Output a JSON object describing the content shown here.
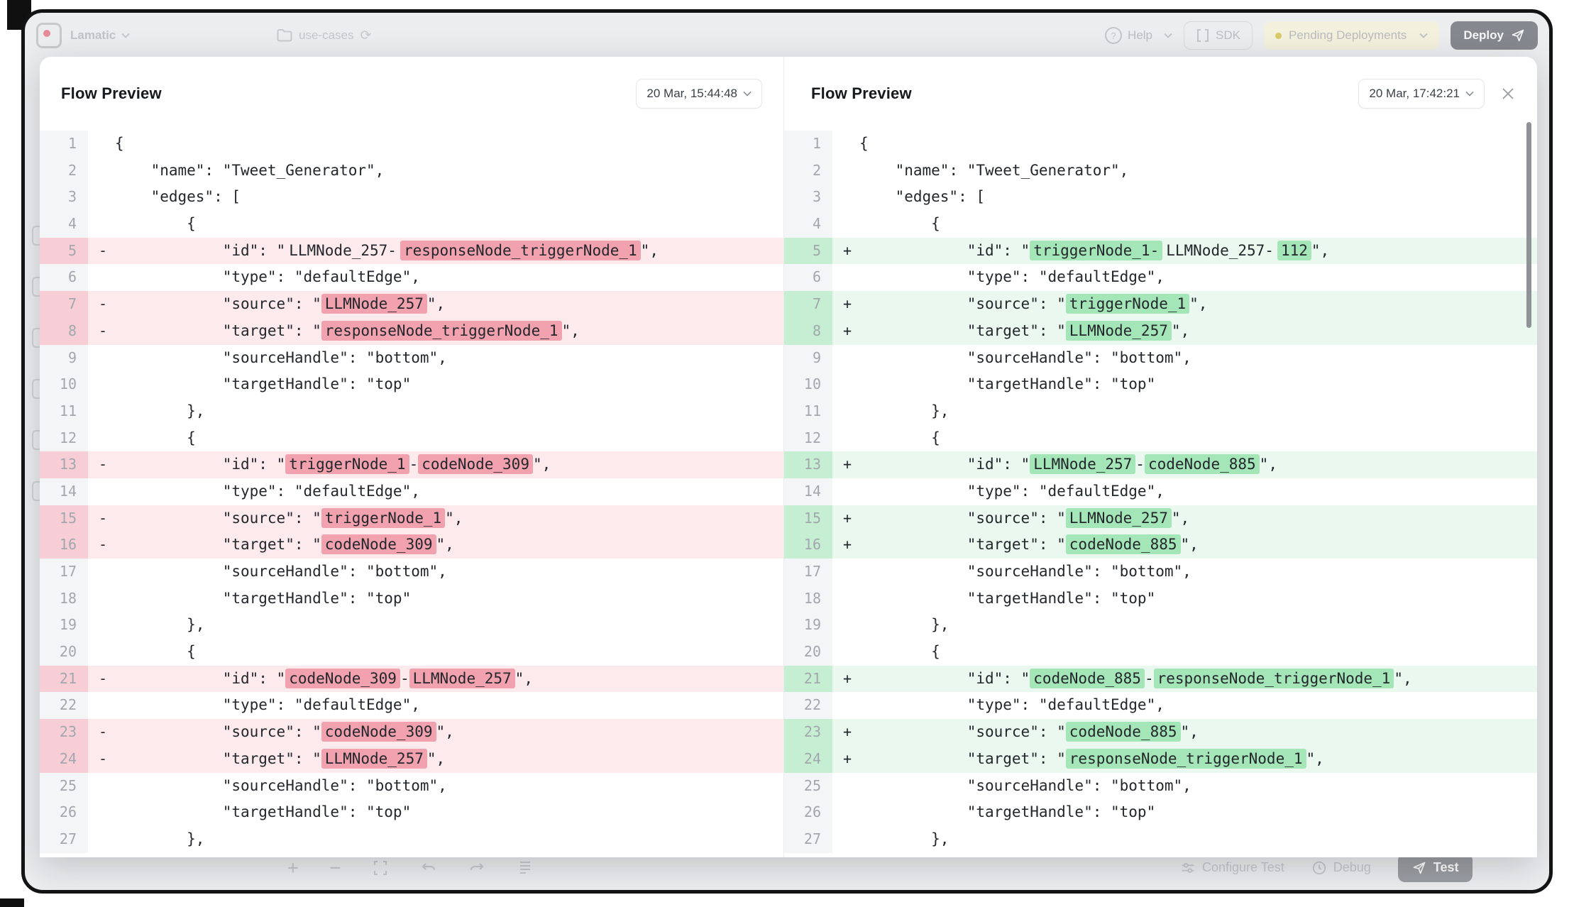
{
  "top_bar": {
    "brand": "Lamatic",
    "breadcrumb": "use-cases",
    "refresh_glyph": "⟳",
    "help_label": "Help",
    "sdk_label": "SDK",
    "pending_label": "Pending Deployments",
    "deploy_label": "Deploy"
  },
  "bottom_bar": {
    "configure_test_label": "Configure Test",
    "debug_label": "Debug",
    "test_label": "Test",
    "zoom_in_glyph": "+",
    "zoom_out_glyph": "−"
  },
  "icons": {
    "logo": "lamatic-logo",
    "chevron": "chevron-down",
    "folder": "folder",
    "help": "question-circle",
    "paper_plane": "paper-plane",
    "close": "close-x"
  },
  "colors": {
    "del_row": "#fdeaed",
    "del_gutter": "#f7ced6",
    "del_token": "#f1a2ae",
    "add_row": "#eaf8ef",
    "add_gutter": "#c6eed2",
    "add_token": "#a5e6b9",
    "ctx_gutter": "#f4f5f6",
    "accent_dark": "#131313",
    "backdrop": "#ecedef"
  },
  "left_panel": {
    "title": "Flow Preview",
    "timestamp": "20 Mar, 15:44:48",
    "lines": [
      {
        "n": 1,
        "t": "ctx",
        "i": 0,
        "seg": [
          [
            "{",
            0
          ]
        ]
      },
      {
        "n": 2,
        "t": "ctx",
        "i": 1,
        "seg": [
          [
            "\"name\": \"Tweet_Generator\",",
            0
          ]
        ]
      },
      {
        "n": 3,
        "t": "ctx",
        "i": 1,
        "seg": [
          [
            "\"edges\": [",
            0
          ]
        ]
      },
      {
        "n": 4,
        "t": "ctx",
        "i": 2,
        "seg": [
          [
            "{",
            0
          ]
        ]
      },
      {
        "n": 5,
        "t": "del",
        "i": 3,
        "seg": [
          [
            "\"id\": \"",
            0
          ],
          [
            "LLMNode_257-",
            1
          ],
          [
            "responseNode_triggerNode_1",
            2
          ],
          [
            "\",",
            0
          ]
        ]
      },
      {
        "n": 6,
        "t": "ctx",
        "i": 3,
        "seg": [
          [
            "\"type\": \"defaultEdge\",",
            0
          ]
        ]
      },
      {
        "n": 7,
        "t": "del",
        "i": 3,
        "seg": [
          [
            "\"source\": \"",
            0
          ],
          [
            "LLMNode_257",
            2
          ],
          [
            "\",",
            0
          ]
        ]
      },
      {
        "n": 8,
        "t": "del",
        "i": 3,
        "seg": [
          [
            "\"target\": \"",
            0
          ],
          [
            "responseNode_triggerNode_1",
            2
          ],
          [
            "\",",
            0
          ]
        ]
      },
      {
        "n": 9,
        "t": "ctx",
        "i": 3,
        "seg": [
          [
            "\"sourceHandle\": \"bottom\",",
            0
          ]
        ]
      },
      {
        "n": 10,
        "t": "ctx",
        "i": 3,
        "seg": [
          [
            "\"targetHandle\": \"top\"",
            0
          ]
        ]
      },
      {
        "n": 11,
        "t": "ctx",
        "i": 2,
        "seg": [
          [
            "},",
            0
          ]
        ]
      },
      {
        "n": 12,
        "t": "ctx",
        "i": 2,
        "seg": [
          [
            "{",
            0
          ]
        ]
      },
      {
        "n": 13,
        "t": "del",
        "i": 3,
        "seg": [
          [
            "\"id\": \"",
            0
          ],
          [
            "triggerNode_1",
            2
          ],
          [
            "-",
            0
          ],
          [
            "codeNode_309",
            2
          ],
          [
            "\",",
            0
          ]
        ]
      },
      {
        "n": 14,
        "t": "ctx",
        "i": 3,
        "seg": [
          [
            "\"type\": \"defaultEdge\",",
            0
          ]
        ]
      },
      {
        "n": 15,
        "t": "del",
        "i": 3,
        "seg": [
          [
            "\"source\": \"",
            0
          ],
          [
            "triggerNode_1",
            2
          ],
          [
            "\",",
            0
          ]
        ]
      },
      {
        "n": 16,
        "t": "del",
        "i": 3,
        "seg": [
          [
            "\"target\": \"",
            0
          ],
          [
            "codeNode_309",
            2
          ],
          [
            "\",",
            0
          ]
        ]
      },
      {
        "n": 17,
        "t": "ctx",
        "i": 3,
        "seg": [
          [
            "\"sourceHandle\": \"bottom\",",
            0
          ]
        ]
      },
      {
        "n": 18,
        "t": "ctx",
        "i": 3,
        "seg": [
          [
            "\"targetHandle\": \"top\"",
            0
          ]
        ]
      },
      {
        "n": 19,
        "t": "ctx",
        "i": 2,
        "seg": [
          [
            "},",
            0
          ]
        ]
      },
      {
        "n": 20,
        "t": "ctx",
        "i": 2,
        "seg": [
          [
            "{",
            0
          ]
        ]
      },
      {
        "n": 21,
        "t": "del",
        "i": 3,
        "seg": [
          [
            "\"id\": \"",
            0
          ],
          [
            "codeNode_309",
            2
          ],
          [
            "-",
            0
          ],
          [
            "LLMNode_257",
            2
          ],
          [
            "\",",
            0
          ]
        ]
      },
      {
        "n": 22,
        "t": "ctx",
        "i": 3,
        "seg": [
          [
            "\"type\": \"defaultEdge\",",
            0
          ]
        ]
      },
      {
        "n": 23,
        "t": "del",
        "i": 3,
        "seg": [
          [
            "\"source\": \"",
            0
          ],
          [
            "codeNode_309",
            2
          ],
          [
            "\",",
            0
          ]
        ]
      },
      {
        "n": 24,
        "t": "del",
        "i": 3,
        "seg": [
          [
            "\"target\": \"",
            0
          ],
          [
            "LLMNode_257",
            2
          ],
          [
            "\",",
            0
          ]
        ]
      },
      {
        "n": 25,
        "t": "ctx",
        "i": 3,
        "seg": [
          [
            "\"sourceHandle\": \"bottom\",",
            0
          ]
        ]
      },
      {
        "n": 26,
        "t": "ctx",
        "i": 3,
        "seg": [
          [
            "\"targetHandle\": \"top\"",
            0
          ]
        ]
      },
      {
        "n": 27,
        "t": "ctx",
        "i": 2,
        "seg": [
          [
            "},",
            0
          ]
        ]
      }
    ]
  },
  "right_panel": {
    "title": "Flow Preview",
    "timestamp": "20 Mar, 17:42:21",
    "lines": [
      {
        "n": 1,
        "t": "ctx",
        "i": 0,
        "seg": [
          [
            "{",
            0
          ]
        ]
      },
      {
        "n": 2,
        "t": "ctx",
        "i": 1,
        "seg": [
          [
            "\"name\": \"Tweet_Generator\",",
            0
          ]
        ]
      },
      {
        "n": 3,
        "t": "ctx",
        "i": 1,
        "seg": [
          [
            "\"edges\": [",
            0
          ]
        ]
      },
      {
        "n": 4,
        "t": "ctx",
        "i": 2,
        "seg": [
          [
            "{",
            0
          ]
        ]
      },
      {
        "n": 5,
        "t": "add",
        "i": 3,
        "seg": [
          [
            "\"id\": \"",
            0
          ],
          [
            "triggerNode_1-",
            2
          ],
          [
            "LLMNode_257-",
            1
          ],
          [
            "112",
            2
          ],
          [
            "\",",
            0
          ]
        ]
      },
      {
        "n": 6,
        "t": "ctx",
        "i": 3,
        "seg": [
          [
            "\"type\": \"defaultEdge\",",
            0
          ]
        ]
      },
      {
        "n": 7,
        "t": "add",
        "i": 3,
        "seg": [
          [
            "\"source\": \"",
            0
          ],
          [
            "triggerNode_1",
            2
          ],
          [
            "\",",
            0
          ]
        ]
      },
      {
        "n": 8,
        "t": "add",
        "i": 3,
        "seg": [
          [
            "\"target\": \"",
            0
          ],
          [
            "LLMNode_257",
            2
          ],
          [
            "\",",
            0
          ]
        ]
      },
      {
        "n": 9,
        "t": "ctx",
        "i": 3,
        "seg": [
          [
            "\"sourceHandle\": \"bottom\",",
            0
          ]
        ]
      },
      {
        "n": 10,
        "t": "ctx",
        "i": 3,
        "seg": [
          [
            "\"targetHandle\": \"top\"",
            0
          ]
        ]
      },
      {
        "n": 11,
        "t": "ctx",
        "i": 2,
        "seg": [
          [
            "},",
            0
          ]
        ]
      },
      {
        "n": 12,
        "t": "ctx",
        "i": 2,
        "seg": [
          [
            "{",
            0
          ]
        ]
      },
      {
        "n": 13,
        "t": "add",
        "i": 3,
        "seg": [
          [
            "\"id\": \"",
            0
          ],
          [
            "LLMNode_257",
            2
          ],
          [
            "-",
            0
          ],
          [
            "codeNode_885",
            2
          ],
          [
            "\",",
            0
          ]
        ]
      },
      {
        "n": 14,
        "t": "ctx",
        "i": 3,
        "seg": [
          [
            "\"type\": \"defaultEdge\",",
            0
          ]
        ]
      },
      {
        "n": 15,
        "t": "add",
        "i": 3,
        "seg": [
          [
            "\"source\": \"",
            0
          ],
          [
            "LLMNode_257",
            2
          ],
          [
            "\",",
            0
          ]
        ]
      },
      {
        "n": 16,
        "t": "add",
        "i": 3,
        "seg": [
          [
            "\"target\": \"",
            0
          ],
          [
            "codeNode_885",
            2
          ],
          [
            "\",",
            0
          ]
        ]
      },
      {
        "n": 17,
        "t": "ctx",
        "i": 3,
        "seg": [
          [
            "\"sourceHandle\": \"bottom\",",
            0
          ]
        ]
      },
      {
        "n": 18,
        "t": "ctx",
        "i": 3,
        "seg": [
          [
            "\"targetHandle\": \"top\"",
            0
          ]
        ]
      },
      {
        "n": 19,
        "t": "ctx",
        "i": 2,
        "seg": [
          [
            "},",
            0
          ]
        ]
      },
      {
        "n": 20,
        "t": "ctx",
        "i": 2,
        "seg": [
          [
            "{",
            0
          ]
        ]
      },
      {
        "n": 21,
        "t": "add",
        "i": 3,
        "seg": [
          [
            "\"id\": \"",
            0
          ],
          [
            "codeNode_885",
            2
          ],
          [
            "-",
            0
          ],
          [
            "responseNode_triggerNode_1",
            2
          ],
          [
            "\",",
            0
          ]
        ]
      },
      {
        "n": 22,
        "t": "ctx",
        "i": 3,
        "seg": [
          [
            "\"type\": \"defaultEdge\",",
            0
          ]
        ]
      },
      {
        "n": 23,
        "t": "add",
        "i": 3,
        "seg": [
          [
            "\"source\": \"",
            0
          ],
          [
            "codeNode_885",
            2
          ],
          [
            "\",",
            0
          ]
        ]
      },
      {
        "n": 24,
        "t": "add",
        "i": 3,
        "seg": [
          [
            "\"target\": \"",
            0
          ],
          [
            "responseNode_triggerNode_1",
            2
          ],
          [
            "\",",
            0
          ]
        ]
      },
      {
        "n": 25,
        "t": "ctx",
        "i": 3,
        "seg": [
          [
            "\"sourceHandle\": \"bottom\",",
            0
          ]
        ]
      },
      {
        "n": 26,
        "t": "ctx",
        "i": 3,
        "seg": [
          [
            "\"targetHandle\": \"top\"",
            0
          ]
        ]
      },
      {
        "n": 27,
        "t": "ctx",
        "i": 2,
        "seg": [
          [
            "},",
            0
          ]
        ]
      }
    ]
  }
}
